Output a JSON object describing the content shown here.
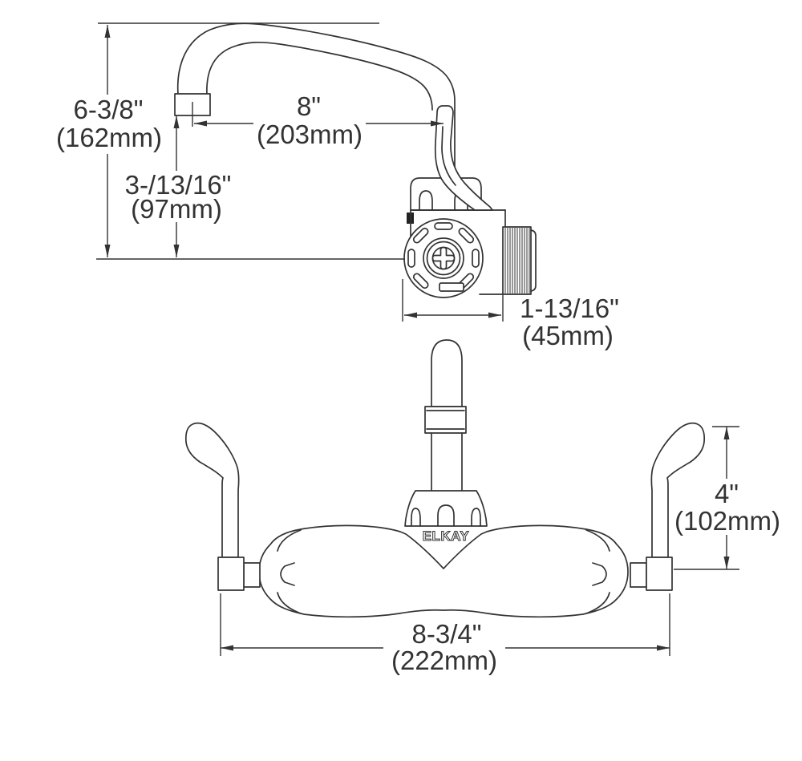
{
  "brand_label": "ELKAY",
  "colors": {
    "line": "#333333",
    "background": "#ffffff",
    "text": "#333333"
  },
  "dimensions": {
    "spout_height": {
      "inches": "6-3/8\"",
      "metric": "(162mm)"
    },
    "spout_reach": {
      "inches": "8\"",
      "metric": "(203mm)"
    },
    "outlet_to_wall_line": {
      "inches": "3-/13/16\"",
      "metric": "(97mm)"
    },
    "body_width": {
      "inches": "1-13/16\"",
      "metric": "(45mm)"
    },
    "handle_length": {
      "inches": "4\"",
      "metric": "(102mm)"
    },
    "overall_width": {
      "inches": "8-3/4\"",
      "metric": "(222mm)"
    }
  }
}
